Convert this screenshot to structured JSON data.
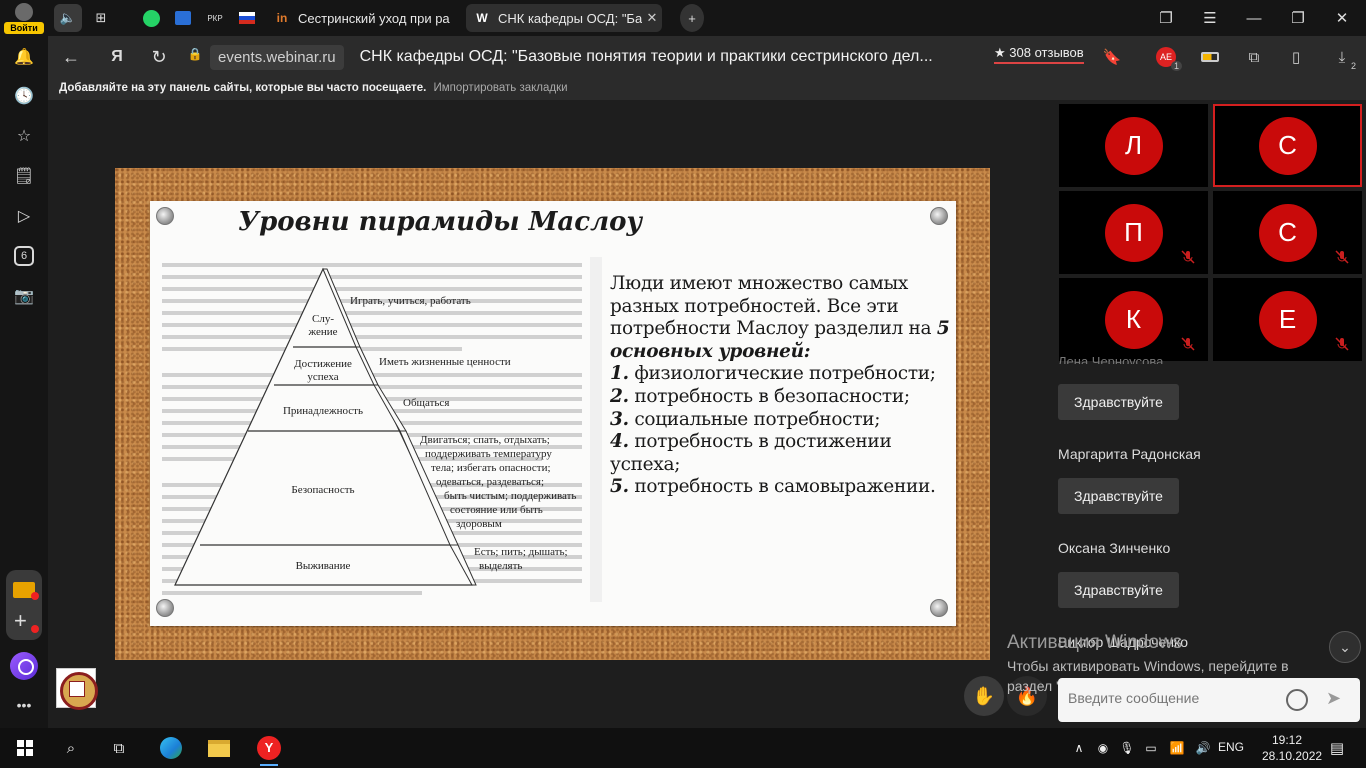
{
  "browser": {
    "login_label": "Войти",
    "tabs": [
      {
        "title": "Сестринский уход при ра",
        "favicon": "in"
      },
      {
        "title": "СНК кафедры ОСД: \"Ба",
        "favicon": "W"
      }
    ],
    "address": {
      "domain": "events.webinar.ru",
      "page_title": "СНК кафедры ОСД: \"Базовые понятия теории и практики сестринского дел...",
      "reviews": "308 отзывов"
    },
    "bookmarks_bar": {
      "hint": "Добавляйте на эту панель сайты, которые вы часто посещаете.",
      "import_link": "Импортировать закладки"
    },
    "sidebar_badge": "6",
    "download_count": "2",
    "profile_badge": "1"
  },
  "slide": {
    "title": "Уровни пирамиды Маслоу",
    "pyramid_levels": [
      {
        "name": "Слу-\nжение",
        "need": "Играть, учиться, работать"
      },
      {
        "name": "Достижение успеха",
        "need": "Иметь жизненные ценности"
      },
      {
        "name": "Принадлежность",
        "need": "Общаться"
      },
      {
        "name": "Безопасность",
        "need": "Двигаться; спать, отдыхать; поддерживать температуру тела; избегать опасности; одеваться, раздеваться; быть чистым; поддерживать состояние или быть здоровым"
      },
      {
        "name": "Выживание",
        "need": "Есть; пить; дышать; выделять"
      }
    ],
    "text_intro": "Люди имеют множество самых разных потребностей. Все эти потребности Маслоу разделил на",
    "text_bold": "5 основных уровней:",
    "items": [
      {
        "num": "1.",
        "text": "физиологические потребности;"
      },
      {
        "num": "2.",
        "text": "потребность в безопасности;"
      },
      {
        "num": "3.",
        "text": "социальные потребности;"
      },
      {
        "num": "4.",
        "text": "потребность в достижении успеха;"
      },
      {
        "num": "5.",
        "text": "потребность в самовыражении."
      }
    ]
  },
  "participants": [
    {
      "initial": "Л",
      "muted": false,
      "speaking": false
    },
    {
      "initial": "С",
      "muted": false,
      "speaking": true
    },
    {
      "initial": "П",
      "muted": true,
      "speaking": false
    },
    {
      "initial": "С",
      "muted": true,
      "speaking": false
    },
    {
      "initial": "К",
      "muted": true,
      "speaking": false
    },
    {
      "initial": "Е",
      "muted": true,
      "speaking": false
    }
  ],
  "chat": {
    "messages": [
      {
        "author": "Лена Черноусова",
        "text": "Здравствуйте"
      },
      {
        "author": "Маргарита Радонская",
        "text": "Здравствуйте"
      },
      {
        "author": "Оксана Зинченко",
        "text": "Здравствуйте"
      },
      {
        "author": "Виктор Шадроченко",
        "text": ""
      }
    ],
    "input_placeholder": "Введите сообщение"
  },
  "windows_activation": {
    "title": "Активация Windows",
    "body": "Чтобы активировать Windows, перейдите в раздел \"Параметры\"."
  },
  "taskbar": {
    "lang": "ENG",
    "time": "19:12",
    "date": "28.10.2022"
  },
  "colors": {
    "avatar": "#c90a0a",
    "speaking_border": "#d41f1f",
    "login_badge": "#f7c600"
  }
}
